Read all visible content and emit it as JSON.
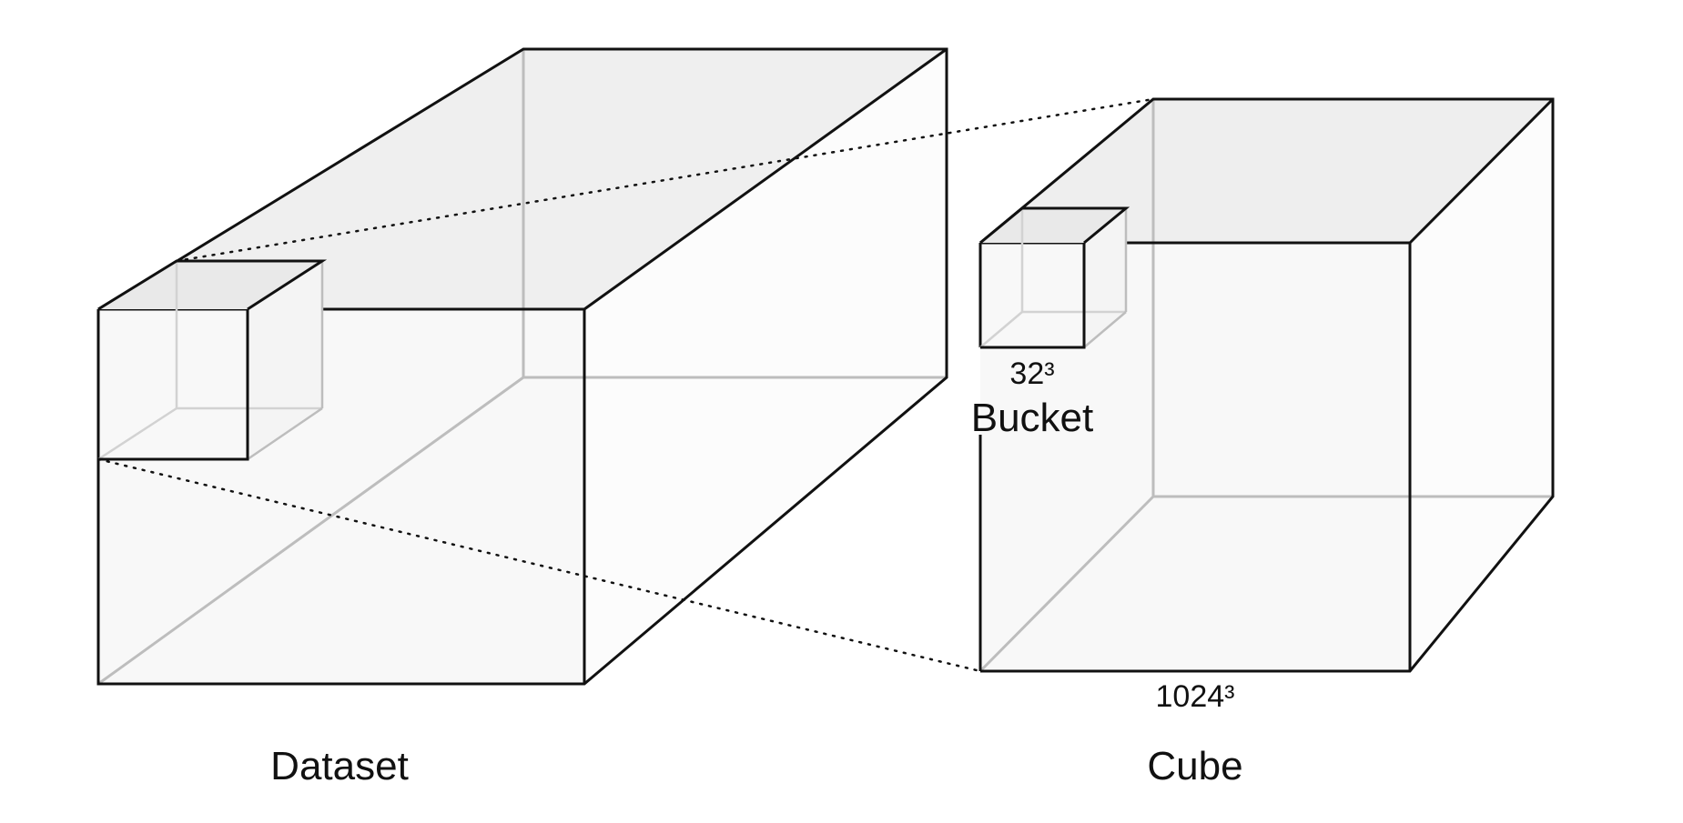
{
  "labels": {
    "dataset": "Dataset",
    "cube": "Cube",
    "bucket": "Bucket",
    "bucket_size": "32³",
    "cube_size": "1024³"
  }
}
